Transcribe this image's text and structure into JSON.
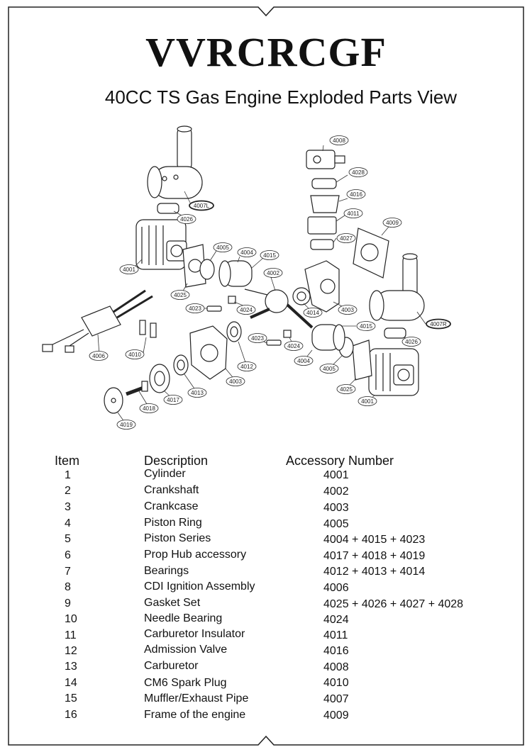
{
  "header": {
    "brand": "VVRCRCGF",
    "subtitle": "40CC TS Gas Engine Exploded Parts View"
  },
  "diagram": {
    "callouts": [
      "4008",
      "4028",
      "4016",
      "4011",
      "4027",
      "4009",
      "4007L",
      "4026",
      "4001",
      "4005",
      "4004",
      "4015",
      "4002",
      "4025",
      "4014",
      "4003",
      "4023",
      "4024",
      "4007R",
      "4006",
      "4010",
      "4012",
      "4013",
      "4017",
      "4018",
      "4019",
      "4023",
      "4024",
      "4015",
      "4004",
      "4005",
      "4026",
      "4025",
      "4001",
      "4003"
    ]
  },
  "table": {
    "headers": {
      "item": "Item",
      "description": "Description",
      "accessory": "Accessory Number"
    },
    "rows": [
      {
        "item": "1",
        "description": "Cylinder",
        "accessory": "4001"
      },
      {
        "item": "2",
        "description": "Crankshaft",
        "accessory": "4002"
      },
      {
        "item": "3",
        "description": "Crankcase",
        "accessory": "4003"
      },
      {
        "item": "4",
        "description": "Piston Ring",
        "accessory": "4005"
      },
      {
        "item": "5",
        "description": "Piston Series",
        "accessory": "4004 + 4015 + 4023"
      },
      {
        "item": "6",
        "description": "Prop Hub accessory",
        "accessory": "4017 + 4018 + 4019"
      },
      {
        "item": "7",
        "description": "Bearings",
        "accessory": "4012 + 4013 + 4014"
      },
      {
        "item": "8",
        "description": "CDI Ignition Assembly",
        "accessory": "4006"
      },
      {
        "item": "9",
        "description": "Gasket Set",
        "accessory": "4025 + 4026 + 4027 + 4028"
      },
      {
        "item": "10",
        "description": "Needle Bearing",
        "accessory": "4024"
      },
      {
        "item": "11",
        "description": "Carburetor Insulator",
        "accessory": "4011"
      },
      {
        "item": "12",
        "description": "Admission Valve",
        "accessory": "4016"
      },
      {
        "item": "13",
        "description": "Carburetor",
        "accessory": "4008"
      },
      {
        "item": "14",
        "description": "CM6 Spark Plug",
        "accessory": "4010"
      },
      {
        "item": "15",
        "description": "Muffler/Exhaust Pipe",
        "accessory": "4007"
      },
      {
        "item": "16",
        "description": "Frame of the engine",
        "accessory": "4009"
      }
    ]
  }
}
